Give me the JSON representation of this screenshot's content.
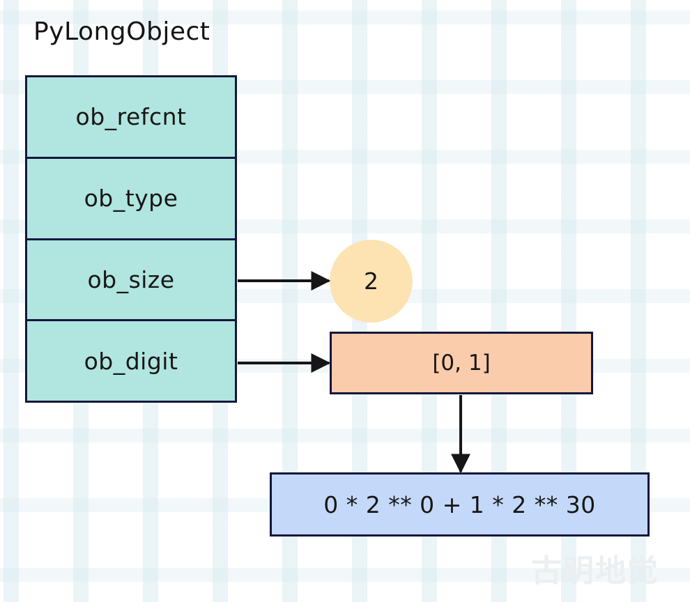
{
  "diagram": {
    "title": "PyLongObject",
    "watermark": "古明地觉",
    "colors": {
      "struct_fill": "#b1e5df",
      "border": "#10173c",
      "circle_fill": "#fde3b2",
      "digits_fill": "#fbccab",
      "formula_fill": "#c4d8f9",
      "text": "#161616",
      "arrow": "#161616",
      "watermark": "#eceff1",
      "background": "#ffffff"
    },
    "struct_fields": [
      {
        "label": "ob_refcnt"
      },
      {
        "label": "ob_type"
      },
      {
        "label": "ob_size"
      },
      {
        "label": "ob_digit"
      }
    ],
    "nodes": {
      "size_value": "2",
      "digits_value": "[0, 1]",
      "formula": "0 * 2 ** 0 + 1 * 2 ** 30"
    },
    "arrows": [
      {
        "name": "ob_size-to-size-value",
        "from": "ob_size",
        "to": "size_value",
        "direction": "right"
      },
      {
        "name": "ob_digit-to-digits-value",
        "from": "ob_digit",
        "to": "digits_value",
        "direction": "right"
      },
      {
        "name": "digits-value-to-formula",
        "from": "digits_value",
        "to": "formula",
        "direction": "down"
      }
    ]
  }
}
